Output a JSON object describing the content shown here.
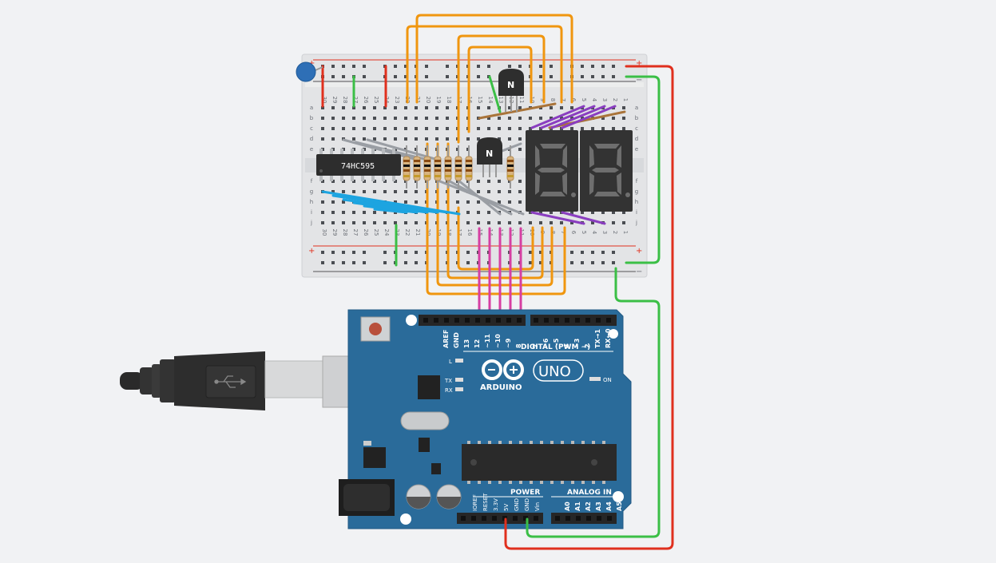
{
  "breadboard": {
    "row_letters_top": [
      "a",
      "b",
      "c",
      "d",
      "e"
    ],
    "row_letters_bottom": [
      "f",
      "g",
      "h",
      "i",
      "j"
    ],
    "column_numbers": [
      "30",
      "29",
      "28",
      "27",
      "26",
      "25",
      "24",
      "23",
      "22",
      "21",
      "20",
      "19",
      "18",
      "17",
      "16",
      "15",
      "14",
      "13",
      "12",
      "11",
      "10",
      "9",
      "8",
      "7",
      "6",
      "5",
      "4",
      "3",
      "2",
      "1"
    ],
    "rail_plus": "+",
    "rail_minus": "−"
  },
  "shift_register": {
    "label": "74HC595"
  },
  "transistors": [
    {
      "label": "N"
    },
    {
      "label": "N"
    }
  ],
  "arduino": {
    "brand": "ARDUINO",
    "model": "UNO",
    "digital_header_label": "DIGITAL (PWM ~)",
    "digital_pins": [
      "AREF",
      "GND",
      "13",
      "12",
      "~11",
      "~10",
      "~9",
      "8",
      "7",
      "~6",
      "~5",
      "4",
      "~3",
      "2",
      "TX→1",
      "RX←0"
    ],
    "power_header_label": "POWER",
    "power_pins": [
      "IOREF",
      "RESET",
      "3.3V",
      "5V",
      "GND",
      "GND",
      "Vin"
    ],
    "analog_header_label": "ANALOG IN",
    "analog_pins": [
      "A0",
      "A1",
      "A2",
      "A3",
      "A4",
      "A5"
    ],
    "leds": {
      "l": "L",
      "tx": "TX",
      "rx": "RX",
      "on": "ON"
    }
  },
  "colors": {
    "wire_orange": "#f0960f",
    "wire_magenta": "#d63fa2",
    "wire_red": "#e0301e",
    "wire_green": "#3bbf46",
    "wire_purple": "#8a3ec0",
    "wire_blue": "#1da4e0",
    "wire_gray": "#9a9ea4",
    "board_blue": "#2a6b9a",
    "segment_display": "#2f2f2f"
  }
}
